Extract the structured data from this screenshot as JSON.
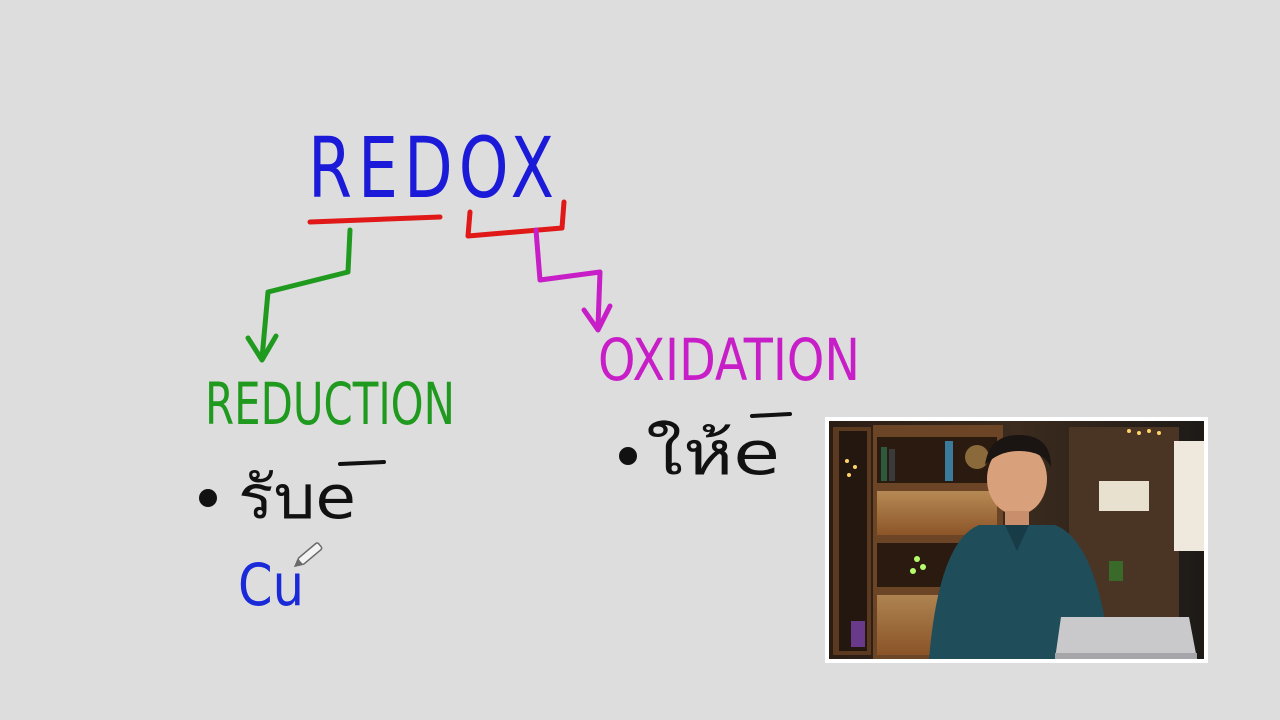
{
  "whiteboard": {
    "title": "REDOX",
    "left_branch": "REDUCTION",
    "right_branch": "OXIDATION",
    "left_note": "รับe",
    "right_note": "ให้e",
    "left_example": "Cu"
  },
  "colors": {
    "background": "#dcdddc",
    "title": "#1a1ad8",
    "underline": "#e01818",
    "reduction": "#1f9a1f",
    "oxidation": "#c81ec8",
    "ink": "#111111",
    "example": "#1a2ad8"
  },
  "webcam": {
    "description_icon": "presenter-webcam"
  }
}
